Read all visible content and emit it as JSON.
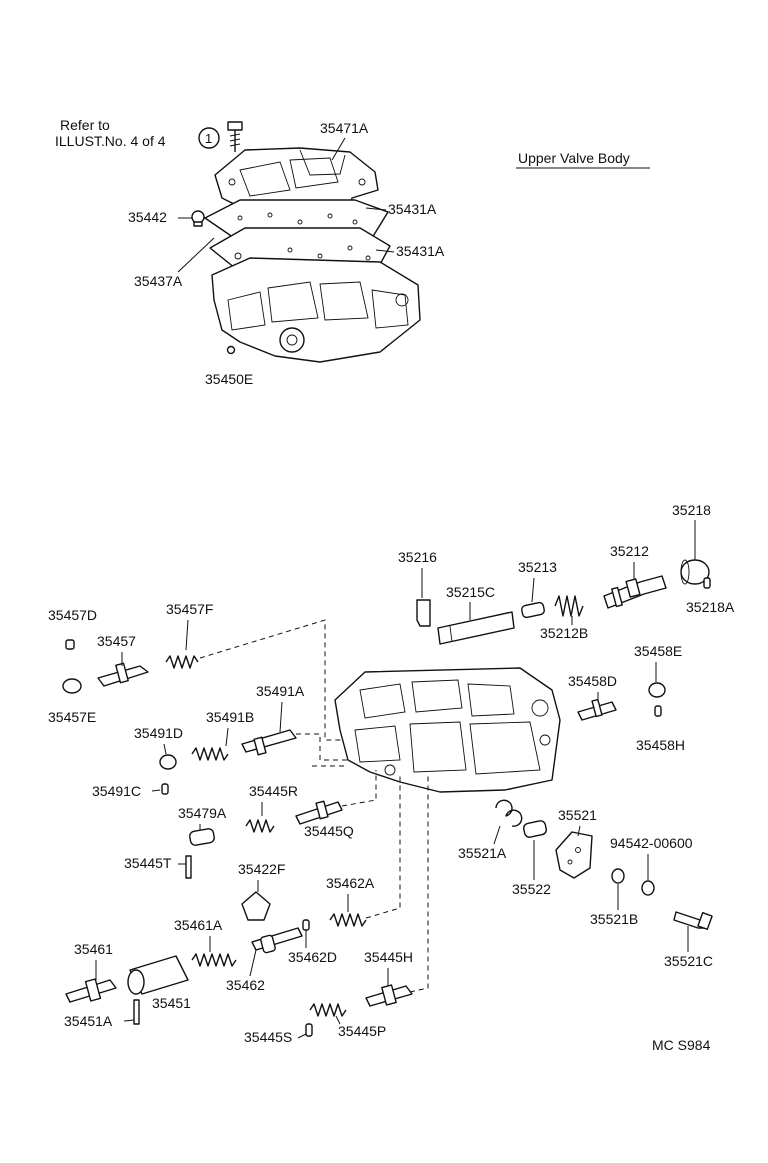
{
  "diagram": {
    "title": "Upper Valve Body",
    "reference": {
      "line1": "Refer to",
      "line2": "ILLUST.No. 4 of 4",
      "circle_number": "1"
    },
    "code": "MC  S984",
    "parts": {
      "p35471A": "35471A",
      "p35431A_1": "35431A",
      "p35431A_2": "35431A",
      "p35442": "35442",
      "p35437A": "35437A",
      "p35450E": "35450E",
      "p35218": "35218",
      "p35218A": "35218A",
      "p35216": "35216",
      "p35213": "35213",
      "p35212": "35212",
      "p35215C": "35215C",
      "p35212B": "35212B",
      "p35457D": "35457D",
      "p35457F": "35457F",
      "p35457": "35457",
      "p35457E": "35457E",
      "p35458E": "35458E",
      "p35458D": "35458D",
      "p35458H": "35458H",
      "p35491A": "35491A",
      "p35491B": "35491B",
      "p35491D": "35491D",
      "p35491C": "35491C",
      "p35445R": "35445R",
      "p35445Q": "35445Q",
      "p35479A": "35479A",
      "p35445T": "35445T",
      "p35521": "35521",
      "p35521A": "35521A",
      "p35522": "35522",
      "p94542": "94542-00600",
      "p35521B": "35521B",
      "p35521C": "35521C",
      "p35422F": "35422F",
      "p35462A": "35462A",
      "p35461A": "35461A",
      "p35462D": "35462D",
      "p35461": "35461",
      "p35462": "35462",
      "p35451": "35451",
      "p35445H": "35445H",
      "p35451A": "35451A",
      "p35445S": "35445S",
      "p35445P": "35445P"
    }
  }
}
